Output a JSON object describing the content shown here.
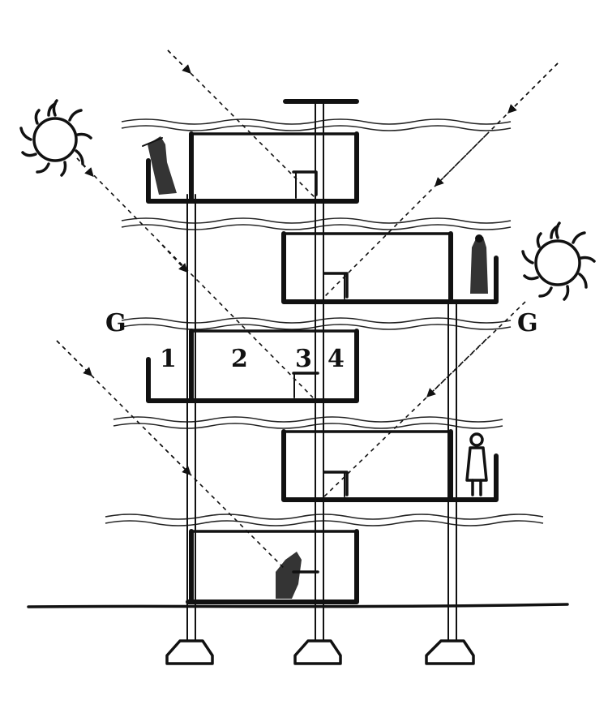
{
  "labels": {
    "room_1": "1",
    "room_2": "2",
    "room_3": "3",
    "room_4": "4",
    "left_glyph": "G",
    "right_glyph": "G"
  },
  "icons": [
    "sun-icon",
    "person-icon",
    "column-footing-icon"
  ],
  "colors": {
    "ink": "#111111",
    "paper": "#ffffff"
  }
}
